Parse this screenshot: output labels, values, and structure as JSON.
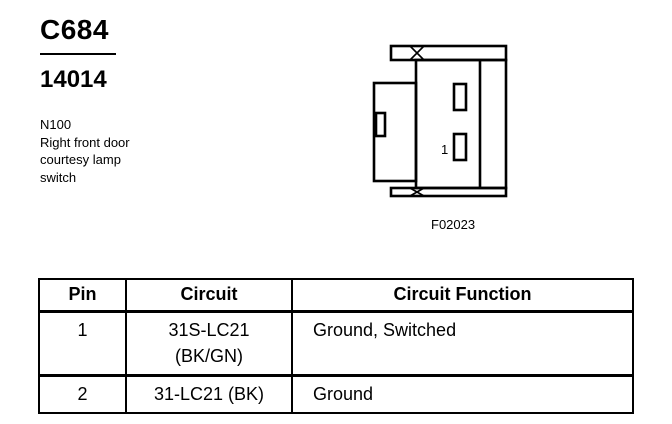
{
  "connector": {
    "id": "C684",
    "part_number": "14014",
    "description_lines": [
      "N100",
      "Right front door",
      "courtesy lamp",
      "switch"
    ]
  },
  "diagram": {
    "pin_label": "1",
    "figure_label": "F02023"
  },
  "table": {
    "headers": [
      "Pin",
      "Circuit",
      "Circuit Function"
    ],
    "rows": [
      {
        "pin": "1",
        "circuit_lines": [
          "31S-LC21",
          "(BK/GN)"
        ],
        "function": "Ground, Switched"
      },
      {
        "pin": "2",
        "circuit_lines": [
          "31-LC21 (BK)"
        ],
        "function": "Ground"
      }
    ]
  }
}
